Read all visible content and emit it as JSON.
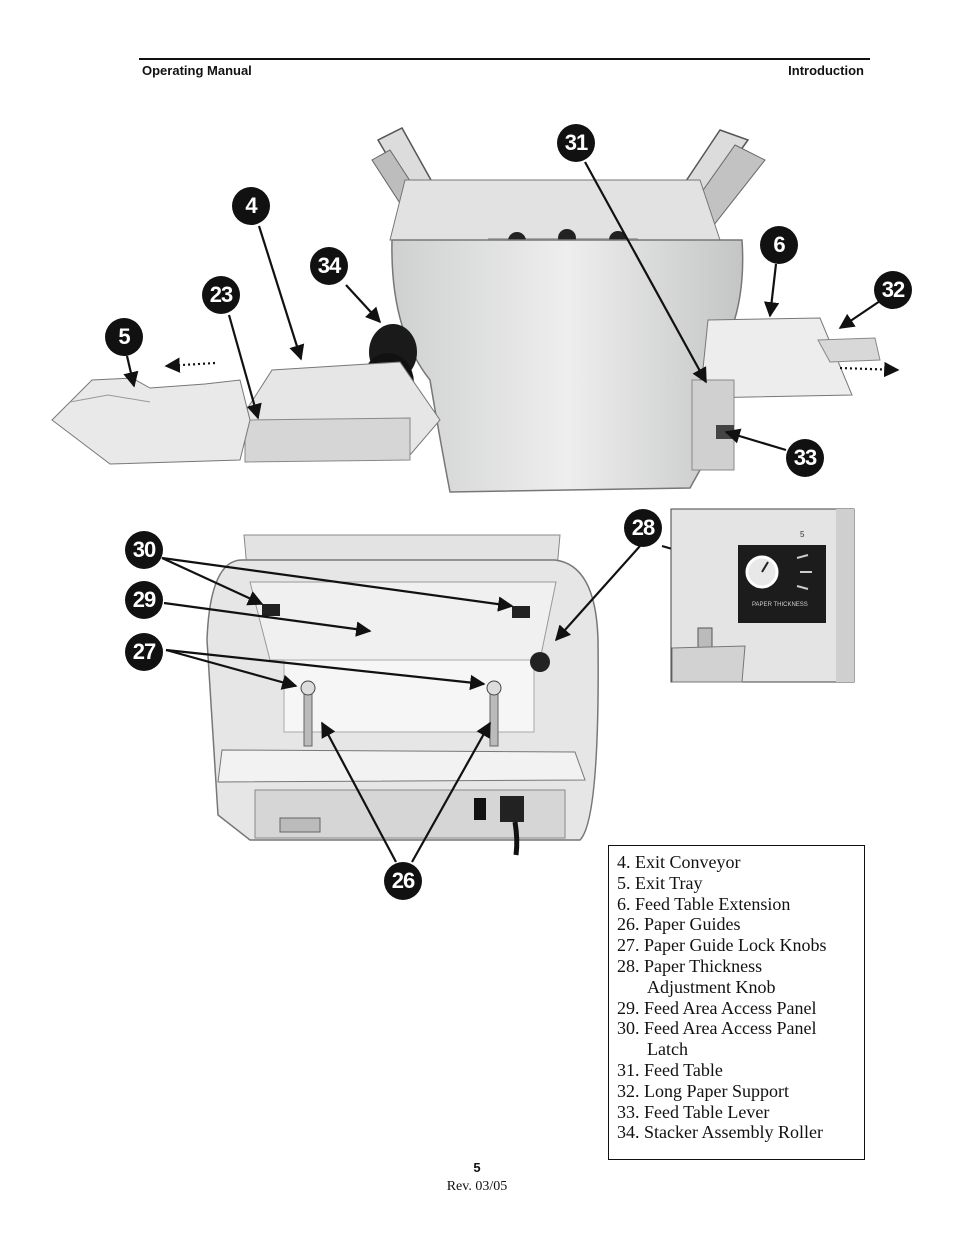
{
  "header": {
    "left": "Operating Manual",
    "right": "Introduction"
  },
  "callouts": [
    "4",
    "5",
    "6",
    "23",
    "26",
    "27",
    "28",
    "29",
    "30",
    "31",
    "32",
    "33",
    "34"
  ],
  "legend": {
    "items": [
      "4. Exit Conveyor",
      "5. Exit Tray",
      "6. Feed Table Extension",
      "26. Paper Guides",
      "27. Paper Guide Lock Knobs",
      "28. Paper Thickness",
      "Adjustment Knob",
      "29. Feed Area Access Panel",
      "30. Feed Area Access Panel",
      "Latch",
      "31. Feed Table",
      "32. Long Paper Support",
      "33. Feed Table Lever",
      "34. Stacker Assembly Roller"
    ]
  },
  "inset_label": "PAPER THICKNESS",
  "inset_number": "5",
  "footer": {
    "page": "5",
    "revision": "Rev. 03/05"
  }
}
